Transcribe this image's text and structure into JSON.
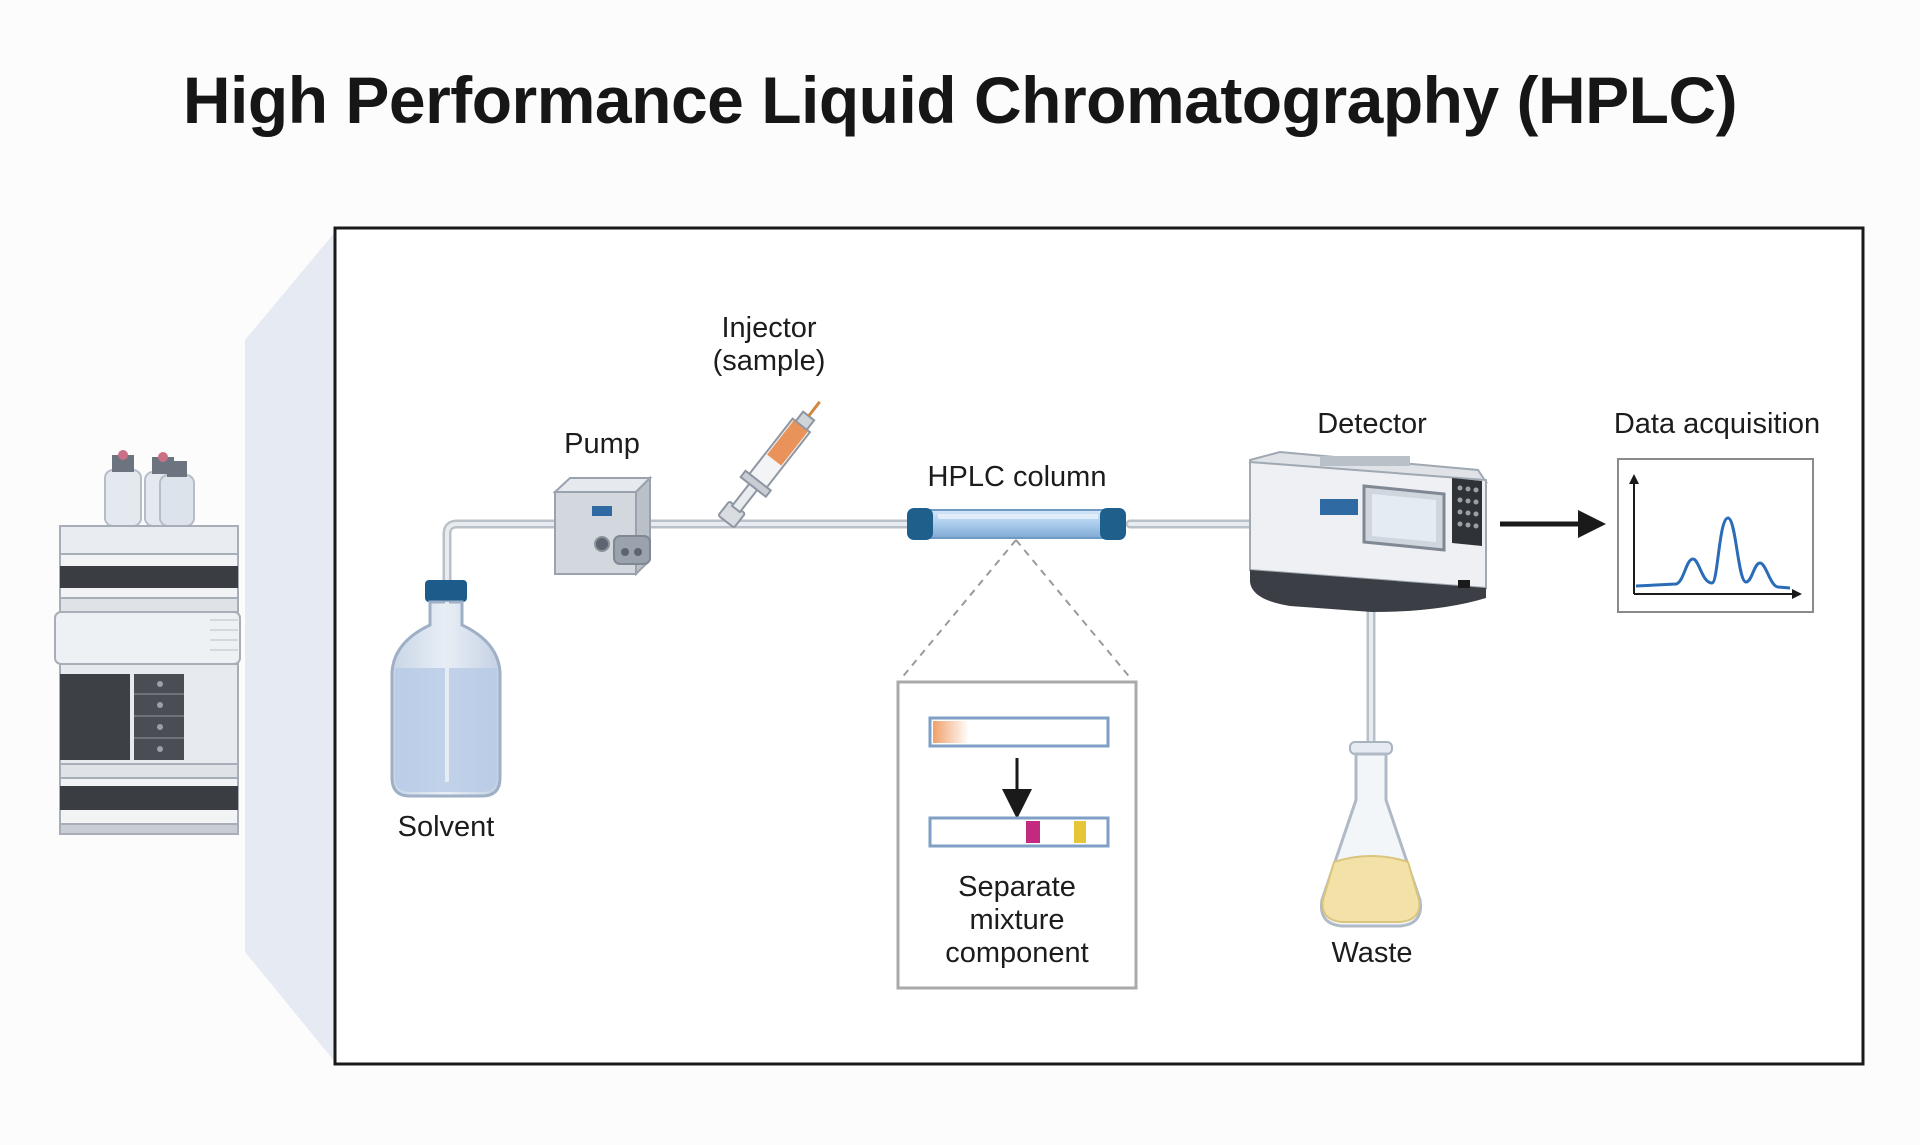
{
  "title": "High Performance Liquid Chromatography (HPLC)",
  "labels": {
    "injector": "Injector\n(sample)",
    "pump": "Pump",
    "hplc_column": "HPLC column",
    "detector": "Detector",
    "data_acquisition": "Data acquisition",
    "solvent": "Solvent",
    "separate": "Separate\nmixture\ncomponent",
    "waste": "Waste"
  },
  "colors": {
    "frame": "#1a1a1a",
    "tube": "#c5cbd2",
    "column_body": "#a9cbec",
    "column_cap": "#1f5f8b",
    "bottle_cap": "#1d5c8a",
    "sample": "#e9925a",
    "band_orange": "#f0a06a",
    "band_magenta": "#c2297f",
    "band_yellow": "#e8c437",
    "chromatogram": "#2b6cb8",
    "waste_liquid": "#f3e2a8"
  }
}
